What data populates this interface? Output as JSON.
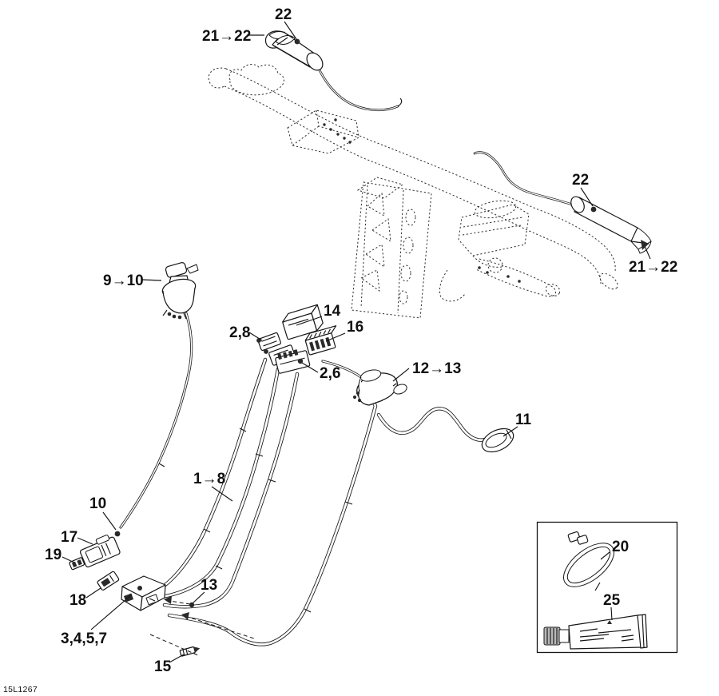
{
  "doc": {
    "code": "15L1267"
  },
  "colors": {
    "ink": "#161616",
    "background": "#ffffff"
  },
  "callouts": [
    {
      "id": "grip-heater-left",
      "text": "22"
    },
    {
      "id": "grip-left-supersede",
      "text": "21→22"
    },
    {
      "id": "grip-heater-right",
      "text": "22"
    },
    {
      "id": "grip-right-supersede",
      "text": "21→22"
    },
    {
      "id": "tether-switch",
      "text": "9→10"
    },
    {
      "id": "relay",
      "text": "14"
    },
    {
      "id": "connector-pair",
      "text": "2,8"
    },
    {
      "id": "connector-multi",
      "text": "16"
    },
    {
      "id": "connector-low",
      "text": "2,6"
    },
    {
      "id": "cutoff-switch",
      "text": "12→13"
    },
    {
      "id": "end-connector",
      "text": "11"
    },
    {
      "id": "main-harness",
      "text": "1→8"
    },
    {
      "id": "wire-end",
      "text": "10"
    },
    {
      "id": "plug-connector",
      "text": "17"
    },
    {
      "id": "fuse",
      "text": "19"
    },
    {
      "id": "cover",
      "text": "18"
    },
    {
      "id": "strap",
      "text": "13"
    },
    {
      "id": "module",
      "text": "3,4,5,7"
    },
    {
      "id": "screw",
      "text": "15"
    },
    {
      "id": "clamp",
      "text": "20"
    },
    {
      "id": "grease-tube",
      "text": "25"
    }
  ]
}
